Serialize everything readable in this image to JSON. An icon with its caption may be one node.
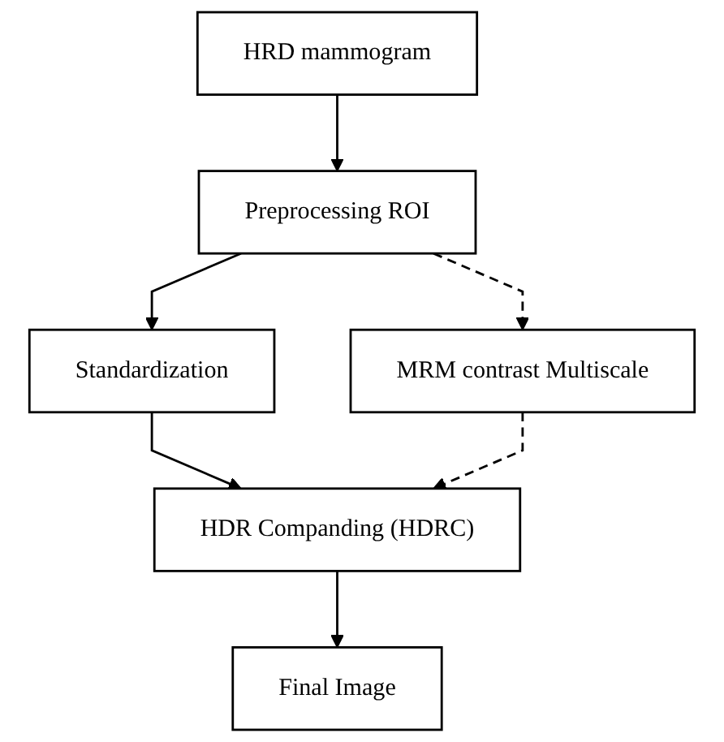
{
  "diagram": {
    "nodes": [
      {
        "text": [
          "HRD mammogram"
        ]
      },
      {
        "text": [
          "Preprocessing ROI"
        ]
      },
      {
        "text": [
          "MRM contrast Multiscale"
        ]
      },
      {
        "text": [
          "Standardization"
        ]
      },
      {
        "text": [
          "HDR Companding (HDRC)"
        ]
      },
      {
        "text": [
          "Final Image"
        ]
      }
    ],
    "edges": [
      {
        "from": 0,
        "to": 1,
        "arrow": "to"
      },
      {
        "from": 1,
        "to": 2,
        "arrow": "to",
        "style": "dashed"
      },
      {
        "from": 1,
        "to": 3,
        "arrow": "to"
      },
      {
        "from": 3,
        "to": 4,
        "arrow": "to"
      },
      {
        "from": 2,
        "to": 4,
        "arrow": "to",
        "style": "dashed"
      },
      {
        "from": 4,
        "to": 5,
        "arrow": "to"
      }
    ]
  }
}
